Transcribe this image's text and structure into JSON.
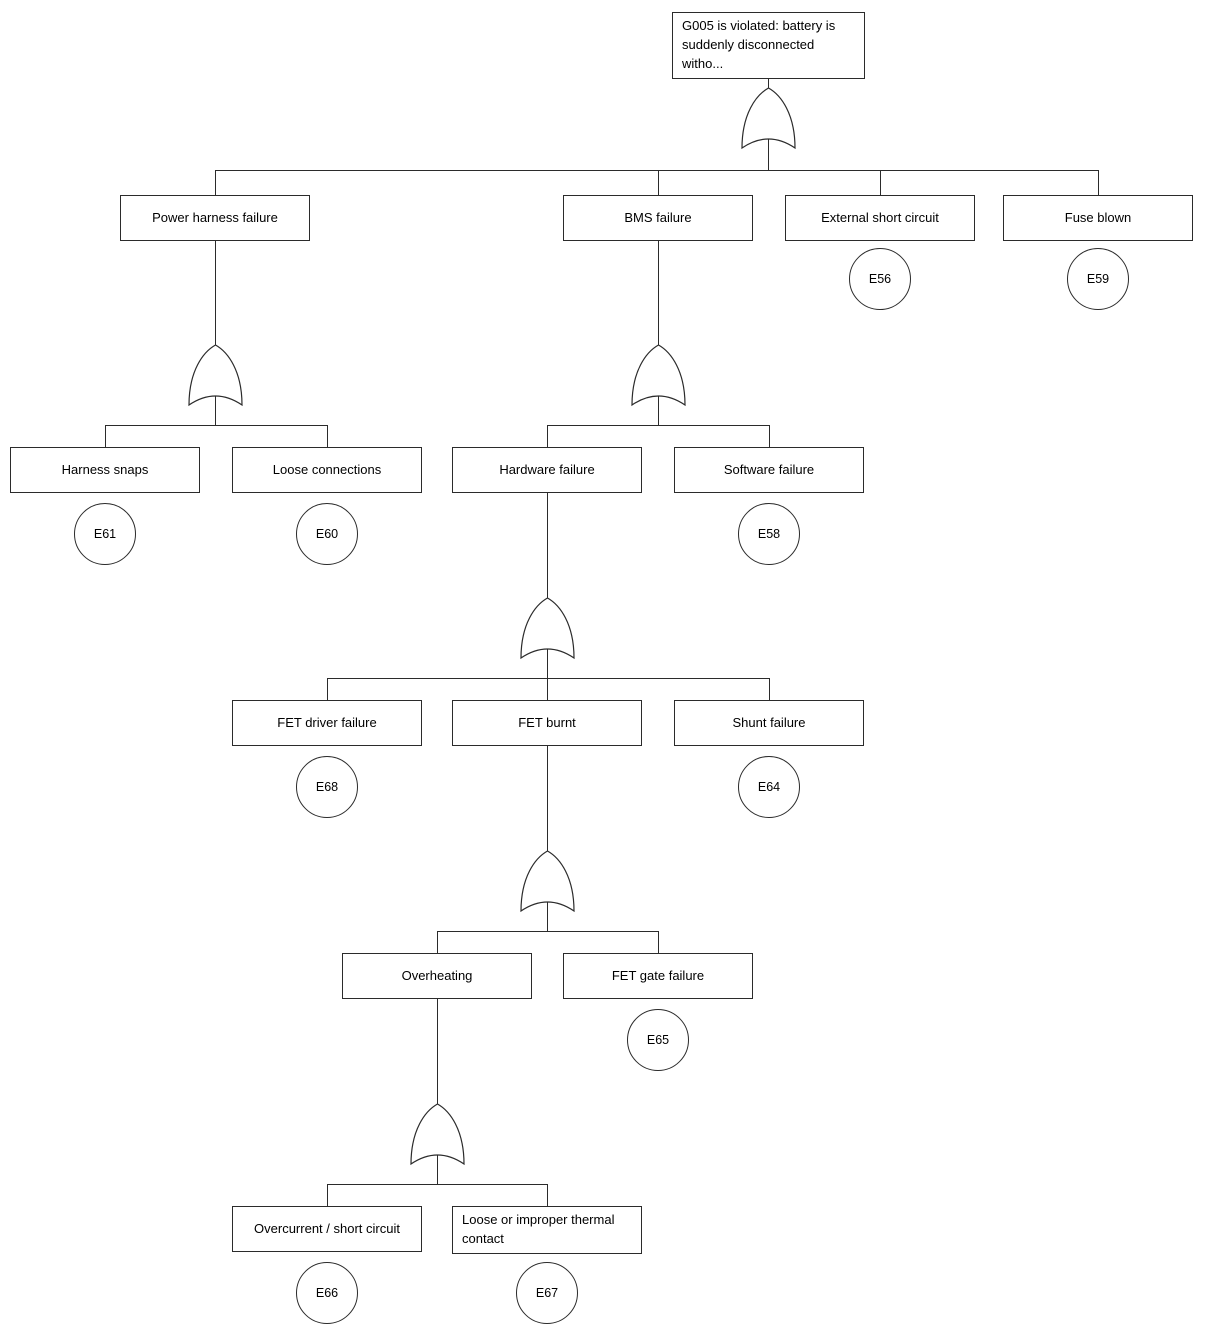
{
  "diagram": {
    "type": "fault-tree",
    "gate_type": "OR",
    "top_event": {
      "label": "G005 is violated: battery is suddenly disconnected witho..."
    },
    "nodes": {
      "power_harness_failure": "Power harness failure",
      "bms_failure": "BMS failure",
      "external_short_circuit": "External short circuit",
      "fuse_blown": "Fuse blown",
      "harness_snaps": "Harness snaps",
      "loose_connections": "Loose connections",
      "hardware_failure": "Hardware failure",
      "software_failure": "Software failure",
      "fet_driver_failure": "FET driver failure",
      "fet_burnt": "FET burnt",
      "shunt_failure": "Shunt failure",
      "overheating": "Overheating",
      "fet_gate_failure": "FET gate failure",
      "overcurrent_short_circuit": "Overcurrent / short circuit",
      "loose_thermal_contact": "Loose or improper thermal contact"
    },
    "basic_events": {
      "E56": "E56",
      "E59": "E59",
      "E61": "E61",
      "E60": "E60",
      "E58": "E58",
      "E68": "E68",
      "E64": "E64",
      "E65": "E65",
      "E66": "E66",
      "E67": "E67"
    },
    "structure": {
      "top_event": {
        "gate": "OR",
        "children": [
          "power_harness_failure",
          "bms_failure",
          "external_short_circuit",
          "fuse_blown"
        ]
      },
      "power_harness_failure": {
        "gate": "OR",
        "children": [
          "harness_snaps",
          "loose_connections"
        ]
      },
      "bms_failure": {
        "gate": "OR",
        "children": [
          "hardware_failure",
          "software_failure"
        ]
      },
      "hardware_failure": {
        "gate": "OR",
        "children": [
          "fet_driver_failure",
          "fet_burnt",
          "shunt_failure"
        ]
      },
      "fet_burnt": {
        "gate": "OR",
        "children": [
          "overheating",
          "fet_gate_failure"
        ]
      },
      "overheating": {
        "gate": "OR",
        "children": [
          "overcurrent_short_circuit",
          "loose_thermal_contact"
        ]
      }
    },
    "event_attachments": {
      "external_short_circuit": "E56",
      "fuse_blown": "E59",
      "harness_snaps": "E61",
      "loose_connections": "E60",
      "software_failure": "E58",
      "fet_driver_failure": "E68",
      "shunt_failure": "E64",
      "fet_gate_failure": "E65",
      "overcurrent_short_circuit": "E66",
      "loose_thermal_contact": "E67"
    },
    "colors": {
      "line": "#2b2b2b",
      "box_border": "#2b2b2b",
      "background": "#ffffff"
    }
  }
}
